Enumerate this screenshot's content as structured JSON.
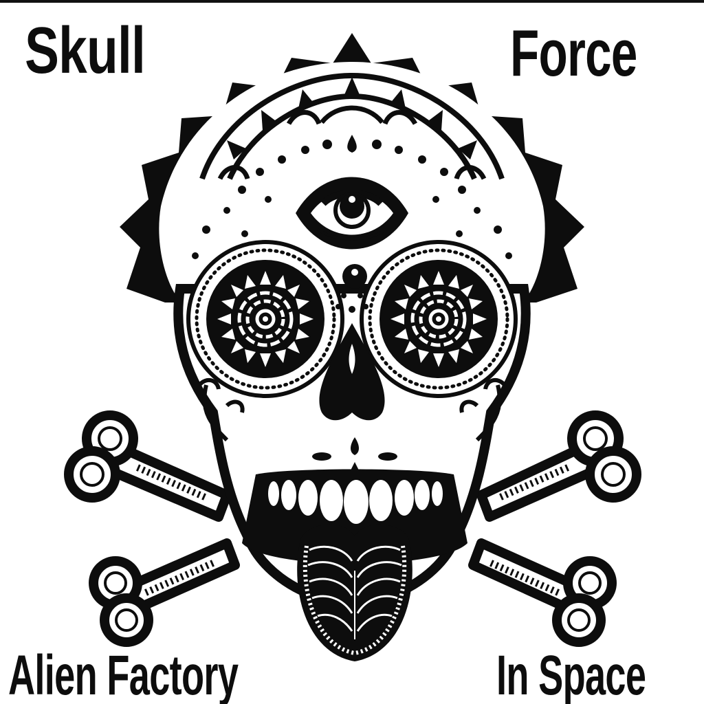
{
  "poster": {
    "captions": {
      "top_left": "Skull",
      "top_right": "Force",
      "bottom_left": "Alien Factory",
      "bottom_right": "In Space"
    },
    "artwork": {
      "subject": "sugar-skull-with-crossbones",
      "elements": [
        "mandala-crown",
        "third-eye",
        "sunflower-eye-sockets",
        "heart-nose",
        "grinning-teeth",
        "ridged-tongue",
        "crossed-bones"
      ]
    },
    "colors": {
      "ink": "#0d0d0d",
      "paper": "#ffffff",
      "border": "#111111"
    }
  }
}
